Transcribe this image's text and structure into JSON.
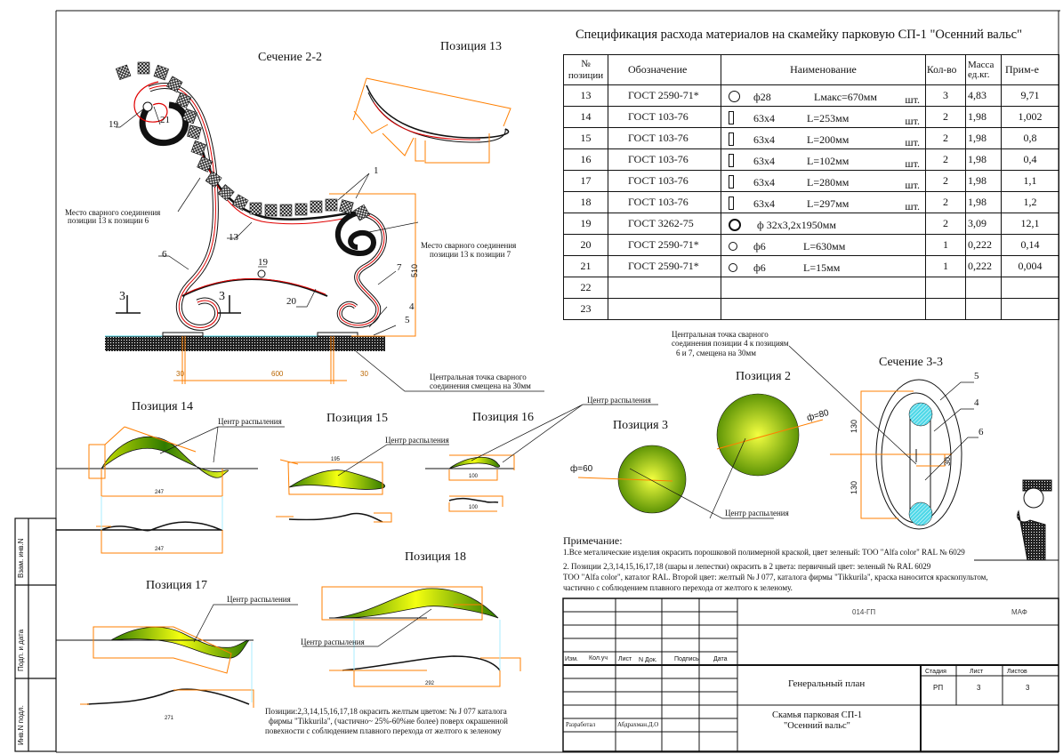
{
  "spec": {
    "title": "Спецификация расхода материалов на скамейку парковую СП-1 \"Осенний вальс\"",
    "headers": {
      "pos": "№ позиции",
      "designation": "Обозначение",
      "name": "Наименование",
      "qty": "Кол-во",
      "mass": "Масса ед.кг.",
      "note": "Прим-е"
    },
    "rows": [
      {
        "pos": "13",
        "designation": "ГОСТ 2590-71*",
        "icon": "round-bar-icon",
        "size": "ф28",
        "length": "Lмакс=670мм",
        "unit": "шт.",
        "qty": "3",
        "mass": "4,83",
        "note": "9,71"
      },
      {
        "pos": "14",
        "designation": "ГОСТ 103-76",
        "icon": "flat-bar-icon",
        "size": "63x4",
        "length": "L=253мм",
        "unit": "шт.",
        "qty": "2",
        "mass": "1,98",
        "note": "1,002"
      },
      {
        "pos": "15",
        "designation": "ГОСТ 103-76",
        "icon": "flat-bar-icon",
        "size": "63x4",
        "length": "L=200мм",
        "unit": "шт.",
        "qty": "2",
        "mass": "1,98",
        "note": "0,8"
      },
      {
        "pos": "16",
        "designation": "ГОСТ 103-76",
        "icon": "flat-bar-icon",
        "size": "63x4",
        "length": "L=102мм",
        "unit": "шт.",
        "qty": "2",
        "mass": "1,98",
        "note": "0,4"
      },
      {
        "pos": "17",
        "designation": "ГОСТ 103-76",
        "icon": "flat-bar-icon",
        "size": "63x4",
        "length": "L=280мм",
        "unit": "шт.",
        "qty": "2",
        "mass": "1,98",
        "note": "1,1"
      },
      {
        "pos": "18",
        "designation": "ГОСТ 103-76",
        "icon": "flat-bar-icon",
        "size": "63x4",
        "length": "L=297мм",
        "unit": "шт.",
        "qty": "2",
        "mass": "1,98",
        "note": "1,2"
      },
      {
        "pos": "19",
        "designation": "ГОСТ 3262-75",
        "icon": "pipe-icon",
        "size": "ф 32x3,2x1950мм",
        "length": "",
        "unit": "",
        "qty": "2",
        "mass": "3,09",
        "note": "12,1"
      },
      {
        "pos": "20",
        "designation": "ГОСТ 2590-71*",
        "icon": "round-bar-icon",
        "size": "ф6",
        "length": "L=630мм",
        "unit": "",
        "qty": "1",
        "mass": "0,222",
        "note": "0,14"
      },
      {
        "pos": "21",
        "designation": "ГОСТ 2590-71*",
        "icon": "round-bar-icon",
        "size": "ф6",
        "length": "L=15мм",
        "unit": "",
        "qty": "1",
        "mass": "0,222",
        "note": "0,004"
      },
      {
        "pos": "22",
        "designation": "",
        "icon": "",
        "size": "",
        "length": "",
        "unit": "",
        "qty": "",
        "mass": "",
        "note": ""
      },
      {
        "pos": "23",
        "designation": "",
        "icon": "",
        "size": "",
        "length": "",
        "unit": "",
        "qty": "",
        "mass": "",
        "note": ""
      }
    ]
  },
  "drawings": {
    "section22": "Сечение 2-2",
    "pos13": "Позиция 13",
    "pos14": "Позиция 14",
    "pos15": "Позиция 15",
    "pos16": "Позиция 16",
    "pos17": "Позиция 17",
    "pos18": "Позиция 18",
    "pos3": "Позиция 3",
    "pos2": "Позиция 2",
    "section33": "Сечение 3-3",
    "spray_center": "Центр распыления",
    "weld_13_6": [
      "Место сварного соединения",
      "позиции 13 к позиции 6"
    ],
    "weld_13_7": [
      "Место сварного соединения",
      "позиции 13 к позиции 7"
    ],
    "weld_center": [
      "Центральная точка сварного",
      "соединения смещена на 30мм"
    ],
    "weld_center_4": [
      "Центральная точка сварного",
      "соединения позиции 4 к позициям",
      "6 и 7, смещена на 30мм"
    ],
    "callouts": {
      "c1": "1",
      "c4": "4",
      "c5": "5",
      "c6": "6",
      "c7": "7",
      "c13": "13",
      "c19a": "19",
      "c19b": "19",
      "c20": "20",
      "c21": "21",
      "s3a": "3",
      "s3b": "3",
      "s5": "5",
      "s4": "4",
      "s6": "6"
    },
    "dims": {
      "h510": "510",
      "w600": "600",
      "w30a": "30",
      "w30b": "30",
      "d60": "ф=60",
      "d80": "ф=80",
      "d130a": "130",
      "d130b": "130",
      "d30": "30",
      "d247a": "247",
      "d247b": "247",
      "d100a": "100",
      "d100b": "100",
      "d271": "271",
      "d292": "292",
      "d195": "195"
    }
  },
  "paint_note": [
    "Позиции:2,3,14,15,16,17,18 окрасить желтым цветом: № J 077 каталога",
    "фирмы \"Tikkurila\", (частично~ 25%-60%не более)  поверх окрашенной",
    "повехности с соблюдением плавного перехода от желтого к зеленому"
  ],
  "notes": {
    "title": "Примечание:",
    "lines": [
      "1.Все металические изделия окрасить порошковой полимерной краской, цвет зеленый: ТОО \"Alfa color\" RAL № 6029",
      "2. Позиции 2,3,14,15,16,17,18 (шары и лепестки)  окрасить в 2 цвета: первичный цвет: зеленый № RAL 6029",
      "ТОО \"Alfa color\", каталог RAL. Второй цвет: желтый № J 077, каталога фирмы \"Tikkurila\", краска наносится краскопультом,",
      " частично с соблюдением плавного перехода  от желтого к зеленому."
    ]
  },
  "title_block": {
    "code": "014-ГП",
    "section": "МАФ",
    "izm": "Изм.",
    "kol": "Кол.уч",
    "list": "Лист",
    "ndoc": "N Док.",
    "sign": "Подпись",
    "date": "Дата",
    "developed": "Разработал",
    "author": "Абдрахман.Д.О",
    "sheet_title": "Генеральный план",
    "object_title": [
      "Скамья парковая СП-1",
      "\"Осенний вальс\""
    ],
    "stage_label": "Стадия",
    "sheet_label": "Лист",
    "sheets_label": "Листов",
    "stage": "РП",
    "sheet": "3",
    "sheets": "3"
  },
  "side_stamp": [
    "Взам. инв.N",
    "Подп. и дата",
    "Инв.N подл."
  ],
  "colors": {
    "dim": "#ff7f00",
    "weld": "#e00000",
    "green": "#3f7a00",
    "yellow": "#f4ff10",
    "cyan": "#4fd8e8"
  }
}
